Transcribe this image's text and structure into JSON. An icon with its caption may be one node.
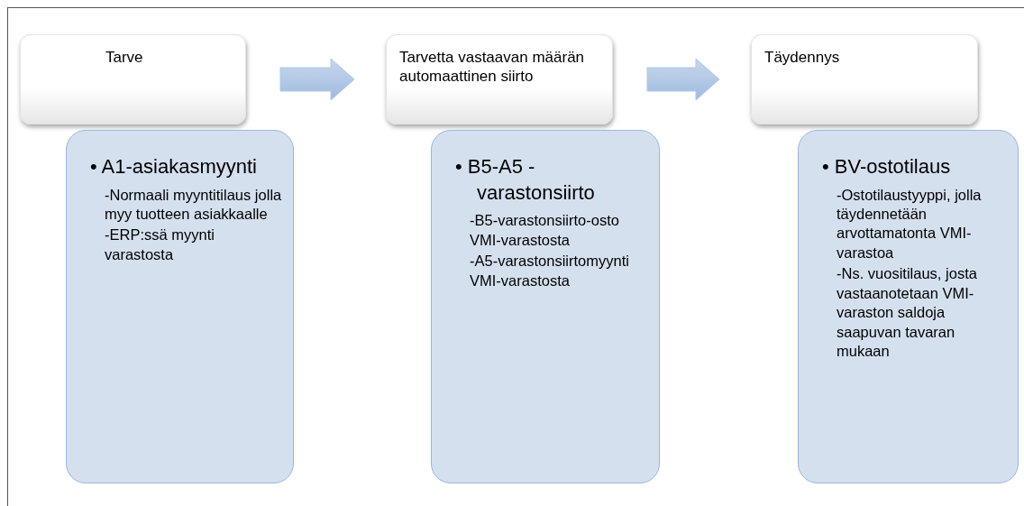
{
  "diagram": {
    "nodes": [
      {
        "text": [
          "Tarve"
        ]
      },
      {
        "text": [
          "• A1-asiakasmyynti",
          "-Normaali myyntitilaus jolla myy tuotteen asiakkaalle",
          "-ERP:ssä myynti varastosta"
        ]
      },
      {
        "text": [
          "Tarvetta vastaavan määrän automaattinen siirto"
        ]
      },
      {
        "text": [
          "• B5-A5 -varastonsiirto",
          "-B5-varastonsiirto-osto VMI-varastosta",
          "-A5-varastonsiirtomyynti VMI-varastosta"
        ]
      },
      {
        "text": [
          "Täydennys"
        ]
      },
      {
        "text": [
          "• BV-ostotilaus",
          "-Ostotilaustyyppi, jolla täydennetään arvottamatonta VMI-varastoa",
          "-Ns. vuositilaus, josta vastaanotetaan VMI-varaston saldoja saapuvan tavaran mukaan"
        ]
      }
    ],
    "edges": [
      {
        "from": 0,
        "to": 2,
        "arrow": "to"
      },
      {
        "from": 2,
        "to": 4,
        "arrow": "to"
      }
    ]
  }
}
